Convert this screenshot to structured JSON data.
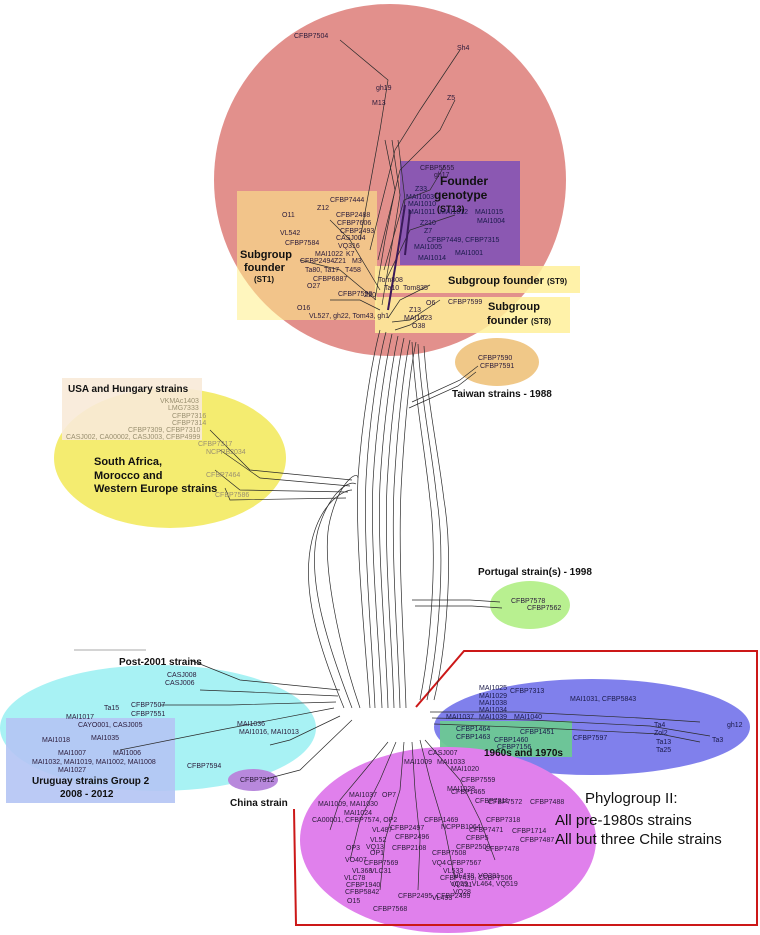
{
  "groups": {
    "founder": {
      "title_line1": "Founder",
      "title_line2": "genotype",
      "code": "(ST13)"
    },
    "subgroup_st1": {
      "title_line1": "Subgroup",
      "title_line2": "founder",
      "code": "(ST1)"
    },
    "subgroup_st9": {
      "title": "Subgroup founder",
      "code": "(ST9)"
    },
    "subgroup_st8": {
      "title_line1": "Subgroup",
      "title_line2": "founder",
      "code": "(ST8)"
    },
    "taiwan": {
      "title": "Taiwan strains - 1988",
      "leaves": [
        "CFBP7590",
        "CFBP7591"
      ]
    },
    "usa_hungary": {
      "title": "USA and Hungary strains"
    },
    "south_africa": {
      "title_line1": "South Africa,",
      "title_line2": "Morocco and",
      "title_line3": "Western Europe strains"
    },
    "portugal": {
      "title": "Portugal strain(s) - 1998",
      "leaves": [
        "CFBP7578",
        "CFBP7562"
      ]
    },
    "post2001": {
      "title": "Post-2001 strains"
    },
    "uruguay": {
      "title_line1": "Uruguay strains Group 2",
      "title_line2": "2008 - 2012"
    },
    "china": {
      "title": "China strain",
      "leaf": "CFBP7312"
    },
    "sixties": {
      "title": "1960s and 1970s"
    },
    "phylogroup": {
      "line1": "Phylogroup II:",
      "line2": "All pre-1980s strains",
      "line3": "All but three Chile strains"
    }
  },
  "leaves": {
    "top": [
      "CFBP7504",
      "Sh4",
      "gh19",
      "M13",
      "Z5",
      "gh17",
      "CFBP5555"
    ],
    "founder": [
      "Z33",
      "MAI1003",
      "MAI1010",
      "MAI1011",
      "MAI1012",
      "MAI1015",
      "MAI1004",
      "Z210",
      "Z7",
      "CFBP7449, CFBP7315",
      "MAI1005",
      "MAI1001",
      "MAI1014"
    ],
    "st1": [
      "CFBP7444",
      "Z12",
      "O11",
      "CFBP2488",
      "CFBP7606",
      "CFBP2493",
      "VL542",
      "CASJ004",
      "CFBP7584",
      "VQ316",
      "MAI1022",
      "K7",
      "CFBP2494",
      "Z21",
      "M3",
      "Ta80, Ta17",
      "T458",
      "CFBP6887",
      "O27",
      "CFBP7598",
      "O16",
      "VL527, gh22, Tom43, gh1"
    ],
    "st9": [
      "Tom808",
      "Ta10",
      "Tom835",
      "O6",
      "CFBP7599",
      "Z20"
    ],
    "st8": [
      "Z13",
      "MAI1023",
      "O38"
    ],
    "usa": [
      "VKMAc1403",
      "LMG7333",
      "CFBP7316",
      "CFBP7314",
      "CFBP7309, CFBP7310",
      "CASJ002, CA00002, CASJ003, CFBP4999"
    ],
    "africa": [
      "CFBP7317",
      "NCPPB2034",
      "CFBP7464",
      "CFBP7586"
    ],
    "post2001": [
      "CASJ008",
      "CASJ006",
      "Ta15",
      "CFBP7507",
      "CFBP7551",
      "MAI1017",
      "CAYO001, CASJ005",
      "MAI1036",
      "MAI1016, MAI1013",
      "CFBP7594"
    ],
    "uruguay": [
      "MAI1018",
      "MAI1035",
      "MAI1007",
      "MAI1006",
      "MAI1032, MAI1019, MAI1002, MAI1008",
      "MAI1027"
    ],
    "blue": [
      "MAI1025",
      "CFBP7313",
      "MAI1029",
      "MAI1031, CFBP5843",
      "MAI1038",
      "MAI1034",
      "MAI1039",
      "MAI1040",
      "Ta4",
      "Zol2",
      "Ta13",
      "Ta25",
      "gh12",
      "Ta3"
    ],
    "sixties": [
      "MAI1037",
      "CFBP1464",
      "CFBP1451",
      "CFBP1463",
      "CFBP1460",
      "CFBP7156",
      "CFBP7597"
    ],
    "pink": [
      "CASJ007",
      "MAI1009",
      "MAI1033",
      "MAI1020",
      "CFBP7559",
      "MAI1028",
      "CFBP1465",
      "CFBP7311",
      "MAI1037",
      "OP7",
      "CFBP7572",
      "CFBP7488",
      "MAI1009, MAI1030",
      "MAI1024",
      "CFBP7318",
      "CFBP1714",
      "CA00001, CFBP7574, OP2",
      "CFBP1469",
      "NCPPB1064",
      "CFBP7471",
      "CFBP7487",
      "VL487",
      "CFBP2497",
      "VL52",
      "CFBP2496",
      "CFBP5",
      "CFBP2500",
      "OP3",
      "VQ13",
      "CFBP2108",
      "CFBP7478",
      "OP1",
      "CFBP7508",
      "VO407",
      "CFBP7569",
      "VQ4",
      "CFBP7567",
      "VL368",
      "VLC31",
      "VL533",
      "VL478, VQ381",
      "VLC78",
      "CFBP7439, CFBP7506",
      "VQ59, VL464, VQ519",
      "CFBP1940",
      "VL431",
      "CFBP5842",
      "VQ28",
      "O15",
      "CFBP2495, CFBP2499",
      "VL493",
      "CFBP7568"
    ]
  },
  "colors": {
    "red_circle": "#e08a86",
    "founder_box": "#7b4fb8",
    "yellow_box": "#ffec8a",
    "orange_box": "#f4b05a",
    "taiwan": "#f0c888",
    "yellow_circle": "#f4ec70",
    "usa_box": "#f8ead8",
    "portugal": "#b8f090",
    "cyan": "#a8f2f4",
    "uruguay_box": "#b4c4f4",
    "china": "#b888dc",
    "blue": "#8080ec",
    "sixties_box": "#6cc894",
    "pink": "#e080ec",
    "phylogroup_border": "#cc1818"
  },
  "icons": {
    "scale_bar": "scale-bar-icon"
  }
}
